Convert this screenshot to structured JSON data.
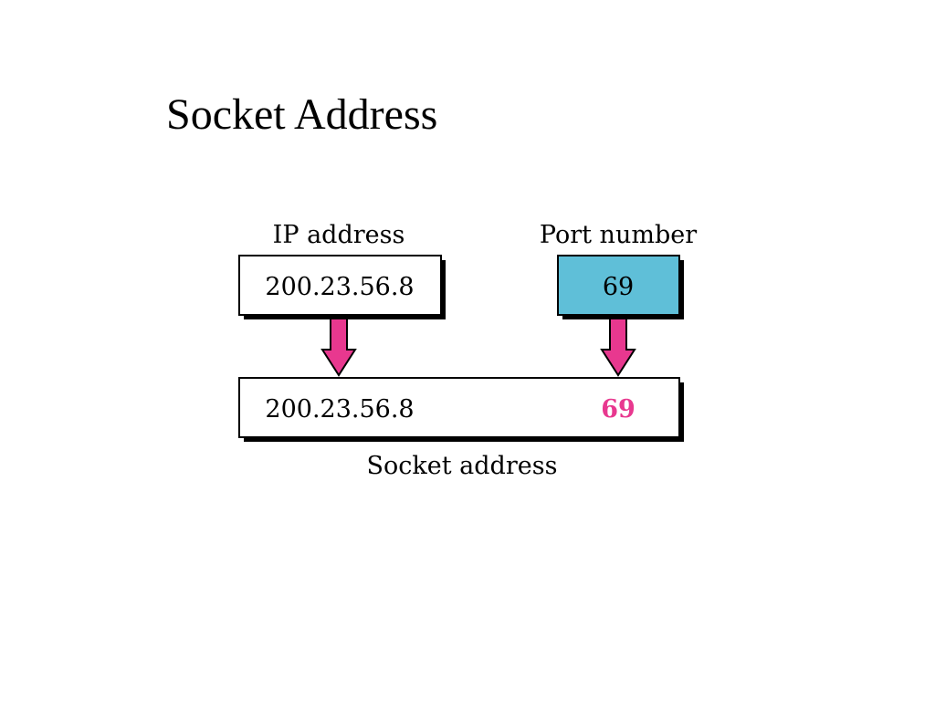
{
  "slide": {
    "title": "Socket Address"
  },
  "diagram": {
    "ip_label": "IP address",
    "ip_value": "200.23.56.8",
    "port_label": "Port number",
    "port_value": "69",
    "socket_ip_value": "200.23.56.8",
    "socket_port_value": "69",
    "socket_label": "Socket address",
    "colors": {
      "port_box_fill": "#5fbfd8",
      "arrow_fill": "#e8388f",
      "socket_port_text": "#e8388f"
    }
  }
}
